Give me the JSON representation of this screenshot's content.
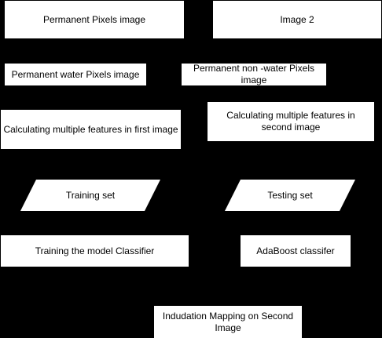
{
  "colors": {
    "background": "#000000",
    "box_fill": "#ffffff",
    "text": "#000000"
  },
  "nodes": {
    "permanent_pixels": "Permanent Pixels image",
    "image2": "Image 2",
    "water_pixels": "Permanent water Pixels image",
    "nonwater_pixels": "Permanent non -water Pixels image",
    "features_first": "Calculating multiple features in first image",
    "features_second": "Calculating multiple features in second image",
    "training_set": "Training set",
    "testing_set": "Testing set",
    "training_classifier": "Training the model Classifier",
    "adaboost": "AdaBoost classifer",
    "inundation": "Indudation Mapping on Second Image"
  }
}
